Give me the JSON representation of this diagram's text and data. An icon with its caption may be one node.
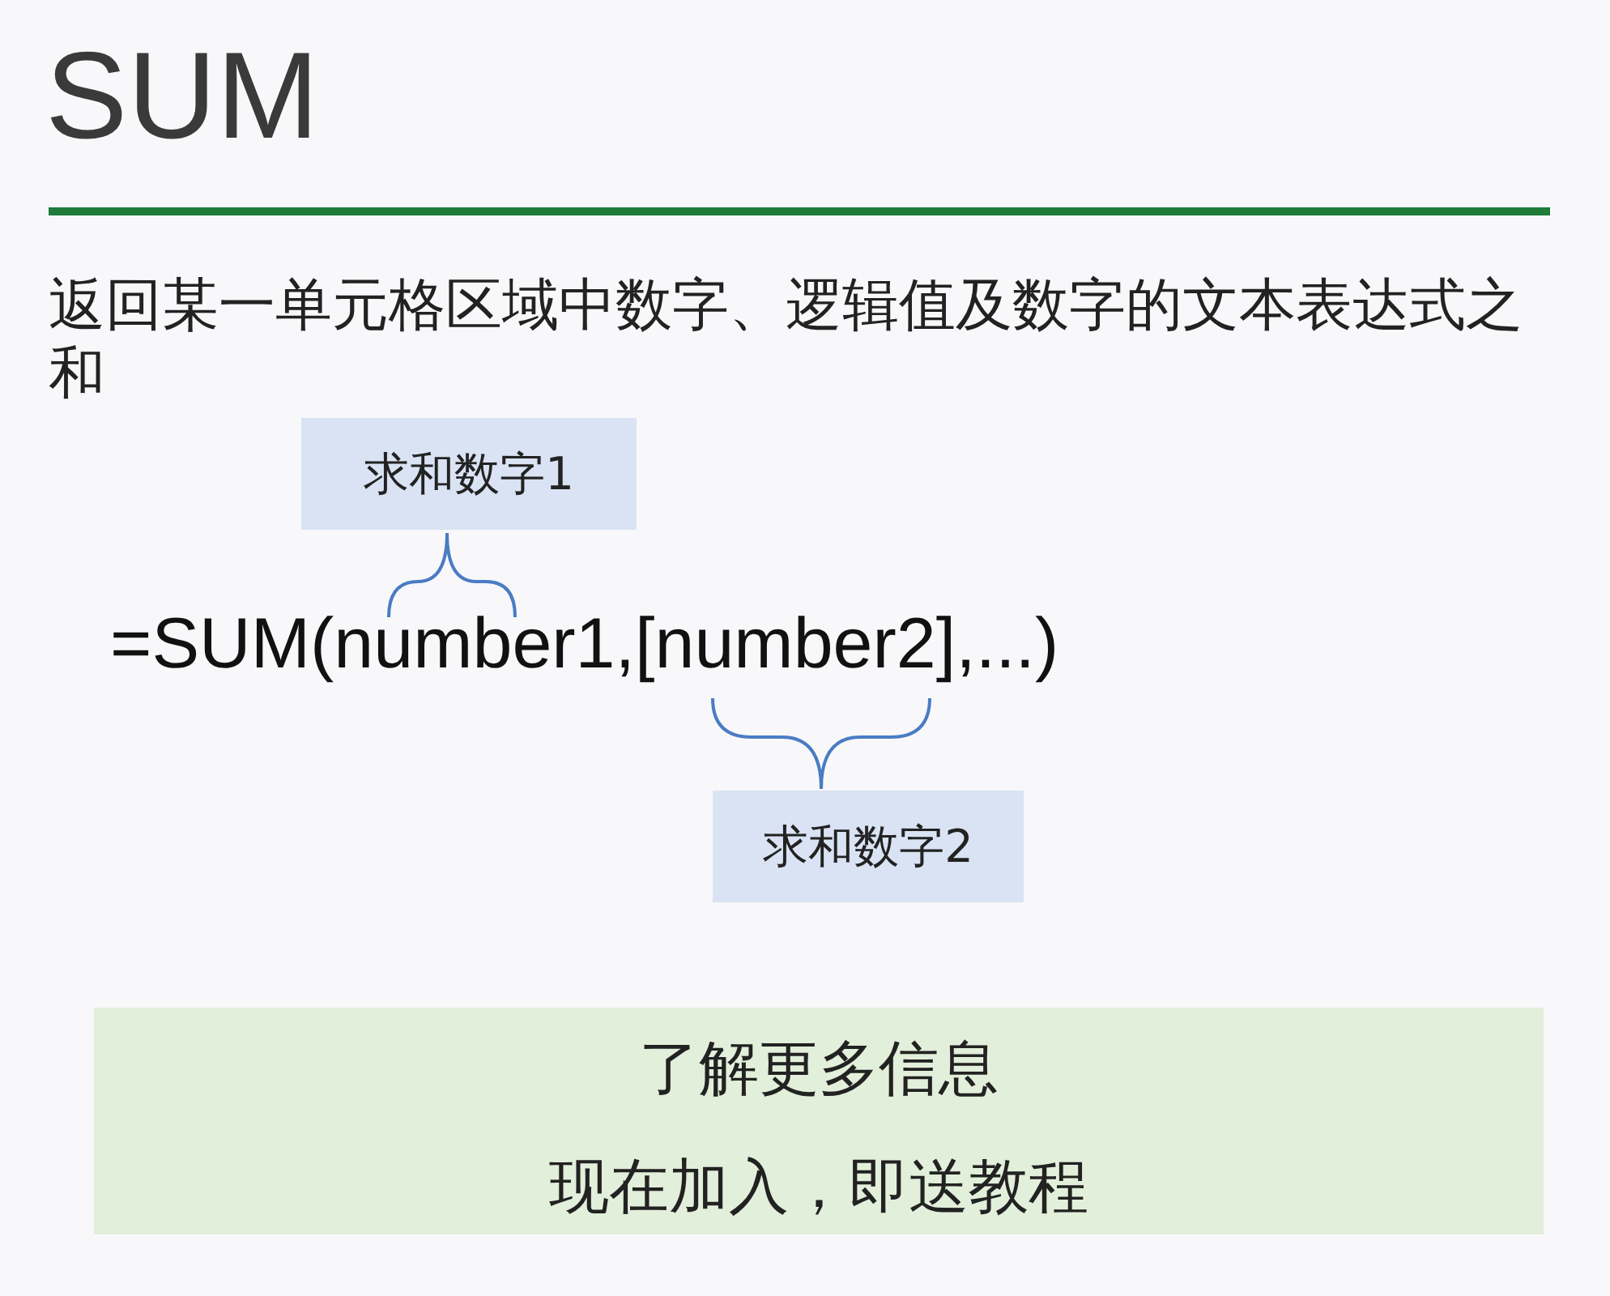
{
  "diagram": {
    "title": "SUM",
    "nodes": [
      {
        "text": [
          "求和数字1"
        ]
      },
      {
        "text": [
          "求和数字2"
        ]
      },
      {
        "text": [
          "了解更多信息",
          "现在加入，即送教程"
        ]
      }
    ],
    "labels": [
      "返回某一单元格区域中数字、逻辑值及数字的文本表达式之和",
      "=SUM(number1,[number2],...)"
    ]
  }
}
